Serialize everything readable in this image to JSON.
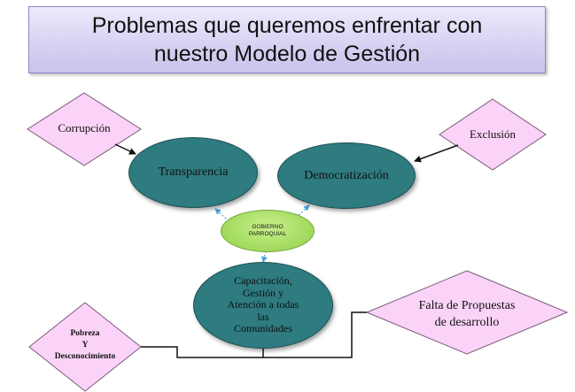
{
  "title": {
    "line1": "Problemas que queremos enfrentar con",
    "line2": "nuestro Modelo de Gestión"
  },
  "nodes": {
    "transparencia": "Transparencia",
    "democratizacion": "Democratización",
    "gobierno_line1": "GOBIERNO",
    "gobierno_line2": "PARROQUIAL",
    "capacitacion_lines": [
      "Capacitación,",
      "Gestión y",
      "Atención a todas",
      "las",
      "Comunidades"
    ]
  },
  "problems": {
    "corrupcion": "Corrupción",
    "exclusion": "Exclusión",
    "pobreza_lines": [
      "Pobreza",
      "Y",
      "Desconocimiento"
    ],
    "falta_lines": [
      "Falta de Propuestas",
      "de desarrollo"
    ]
  },
  "colors": {
    "teal": "#2e7b80",
    "green": "#a6dd60",
    "diamond_fill": "#fbd3f8",
    "diamond_stroke": "#7a5a78",
    "arrow_blue": "#4da3d8"
  }
}
